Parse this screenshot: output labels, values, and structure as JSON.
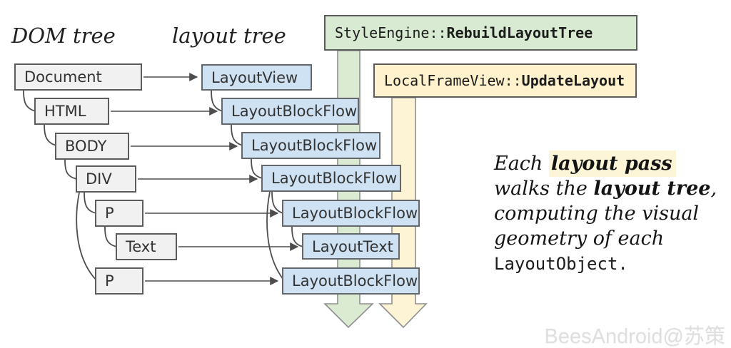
{
  "headings": {
    "dom_tree": "DOM tree",
    "layout_tree": "layout tree"
  },
  "dom_nodes": [
    {
      "label": "Document"
    },
    {
      "label": "HTML"
    },
    {
      "label": "BODY"
    },
    {
      "label": "DIV"
    },
    {
      "label": "P"
    },
    {
      "label": "Text"
    },
    {
      "label": "P"
    }
  ],
  "layout_nodes": [
    {
      "label": "LayoutView"
    },
    {
      "label": "LayoutBlockFlow"
    },
    {
      "label": "LayoutBlockFlow"
    },
    {
      "label": "LayoutBlockFlow"
    },
    {
      "label": "LayoutBlockFlow"
    },
    {
      "label": "LayoutText"
    },
    {
      "label": "LayoutBlockFlow"
    }
  ],
  "calls": {
    "rebuild_layout_tree": {
      "scope": "StyleEngine::",
      "method": "RebuildLayoutTree"
    },
    "update_layout": {
      "scope": "LocalFrameView::",
      "method": "UpdateLayout"
    }
  },
  "caption": {
    "line1_pre": "Each ",
    "line1_highlight": "layout pass",
    "line2_pre": "walks the ",
    "line2_bold": "layout tree",
    "line2_comma": ",",
    "line3": "computing the visual",
    "line4": "geometry of each",
    "line5_code": "LayoutObject",
    "line5_period": "."
  },
  "watermark": "BeesAndroid@苏策",
  "colors": {
    "dom_box_fill": "#f1f1f1",
    "layout_box_fill": "#cfe2f3",
    "rebuild_box_fill": "#d9ead3",
    "rebuild_arrow_fill": "#dbebd1",
    "update_box_fill": "#fff2cc",
    "update_arrow_fill": "#fcf4d4",
    "caption_highlight": "#fdf5d8",
    "box_border": "#5c5c5c",
    "connector": "#4d4d4d",
    "big_arrow_border": "#8f8f8f",
    "watermark_gray": "#dfdfdf"
  }
}
